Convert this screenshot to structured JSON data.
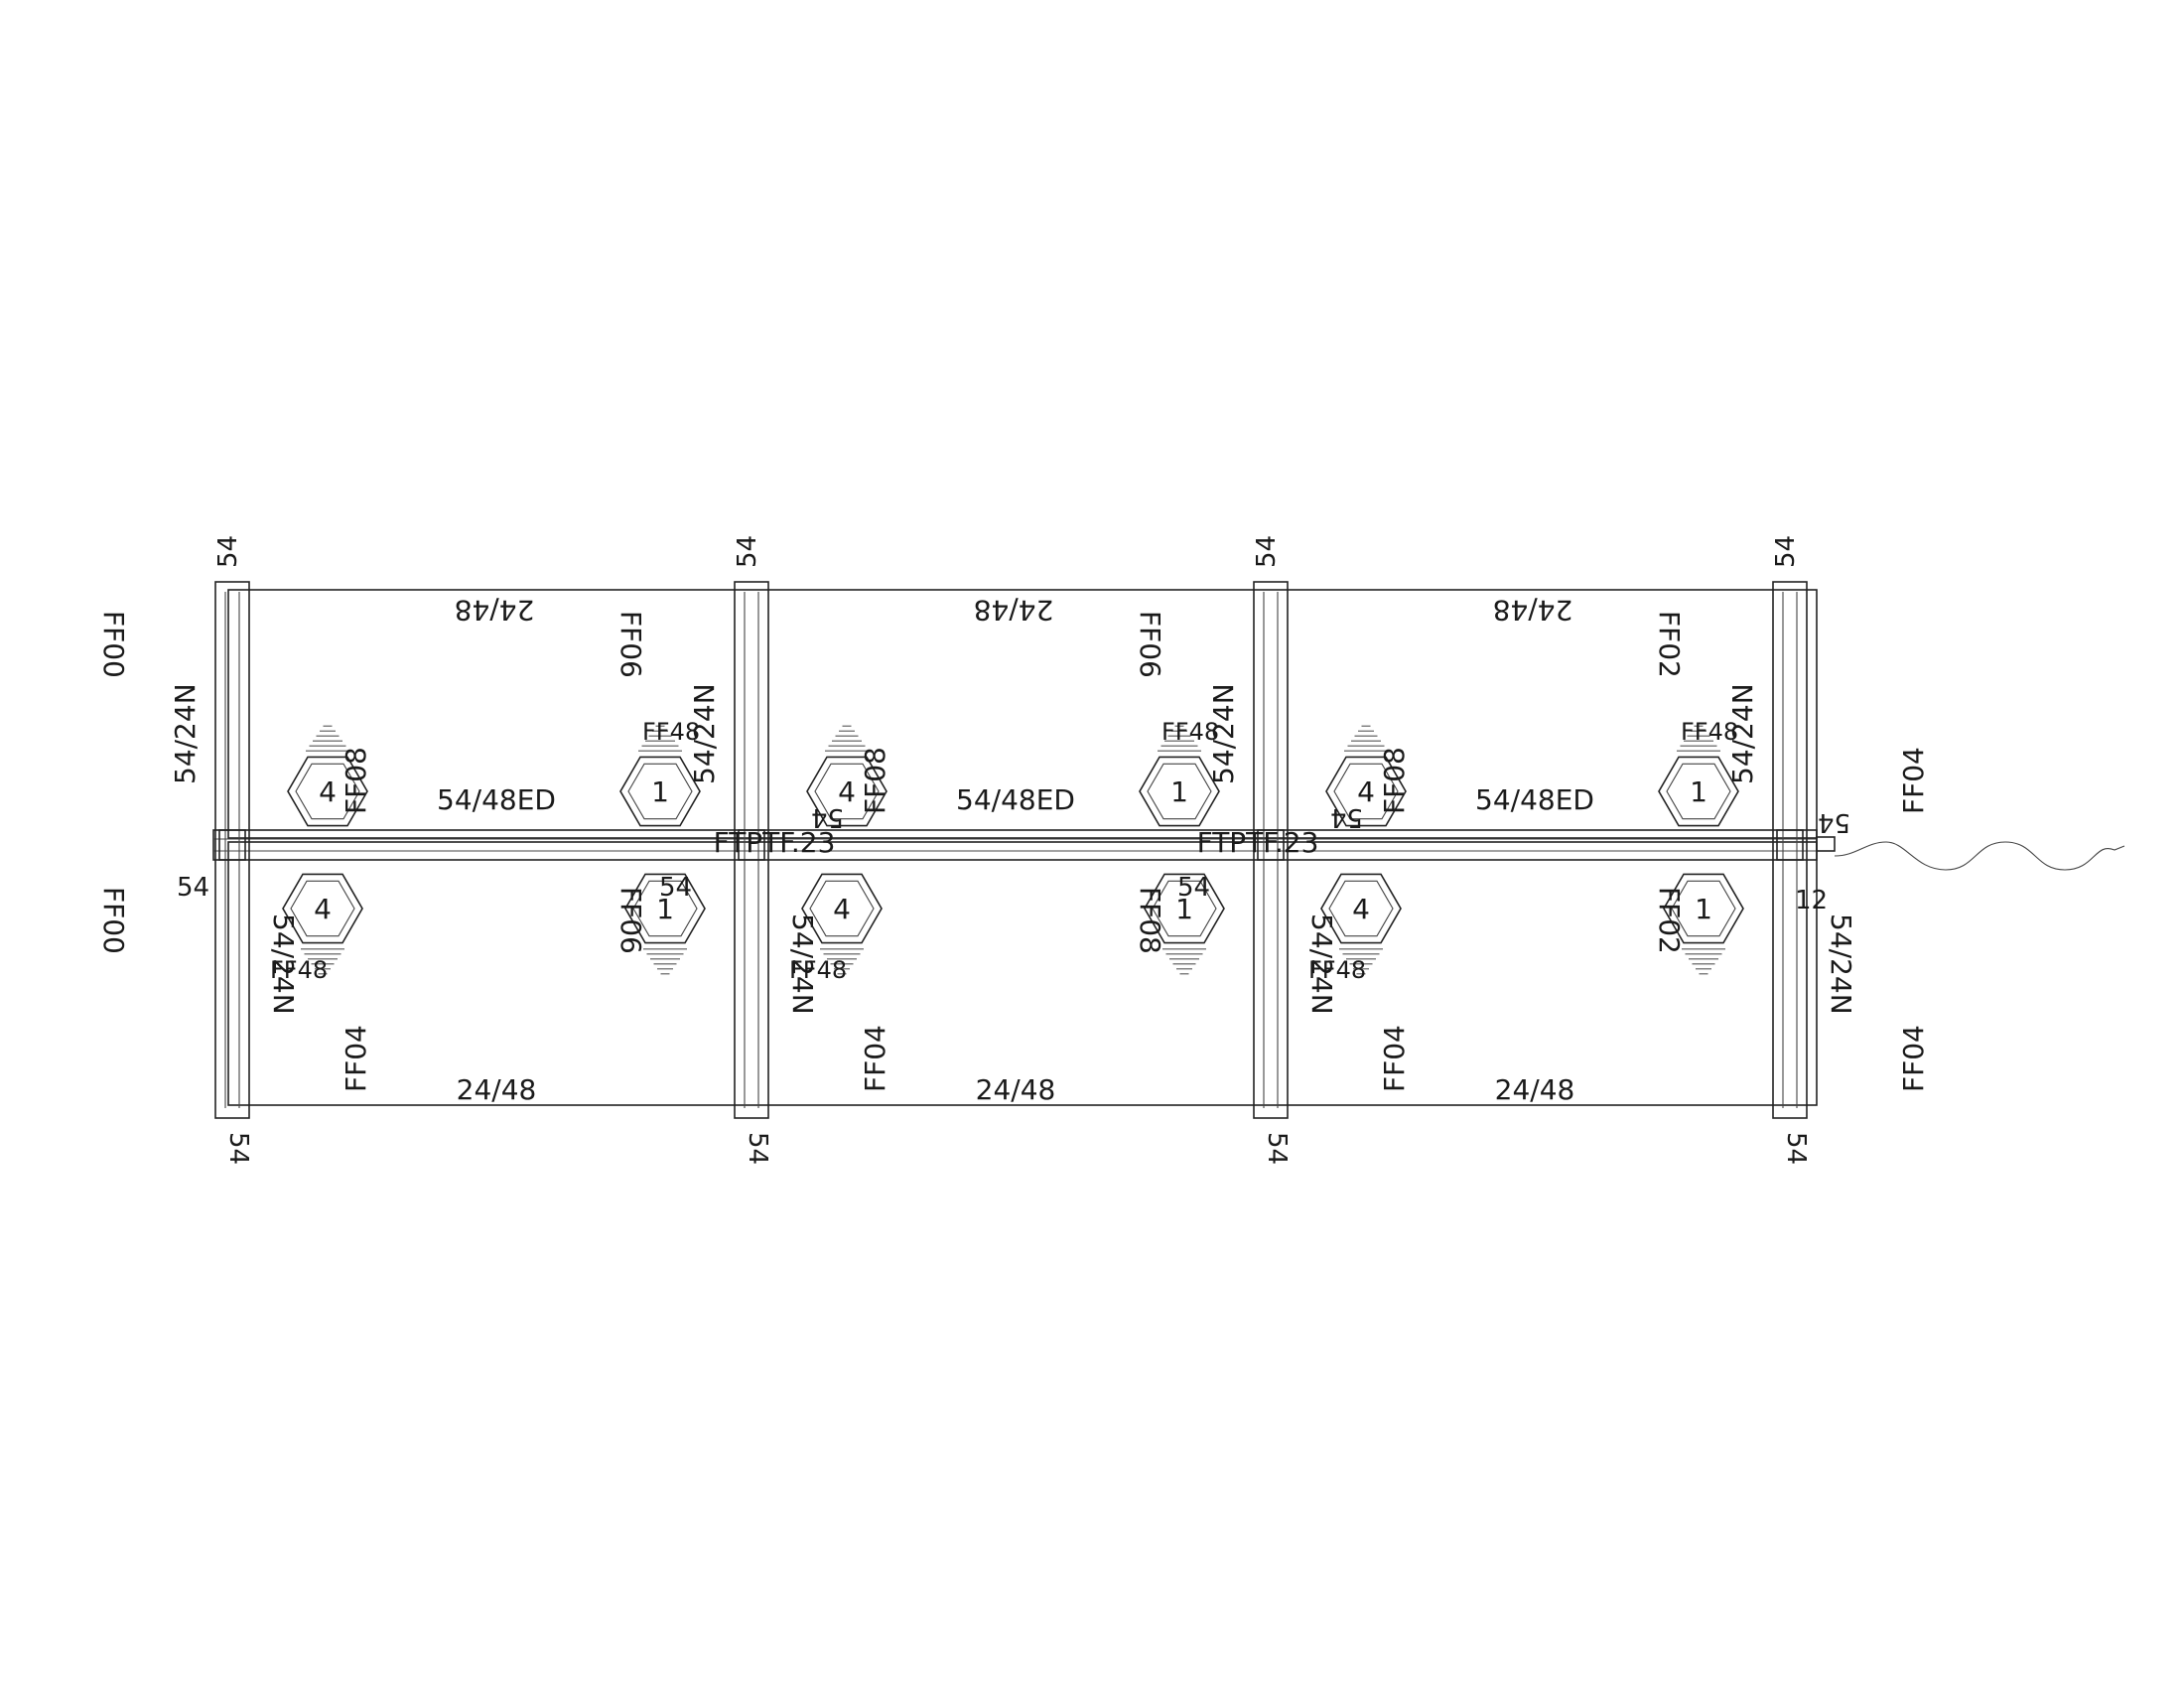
{
  "labels": {
    "post": "54",
    "top_panel": "24/48",
    "bottom_panel": "24/48",
    "worksurface": "54/48ED",
    "end_panel": "54/24N",
    "spine_connector": "FTPTF.23",
    "end_cap_code": "12",
    "ff_code": "FF00",
    "ff_code_alt": "FF06",
    "ff_code_alt2": "FF08",
    "ff_code_alt3": "FF02",
    "ff_code_alt4": "FF04",
    "ff_code_alt5": "FF48",
    "pedestal_left": "4",
    "pedestal_right": "1"
  },
  "colors": {
    "line": "#222222",
    "background": "#ffffff"
  }
}
